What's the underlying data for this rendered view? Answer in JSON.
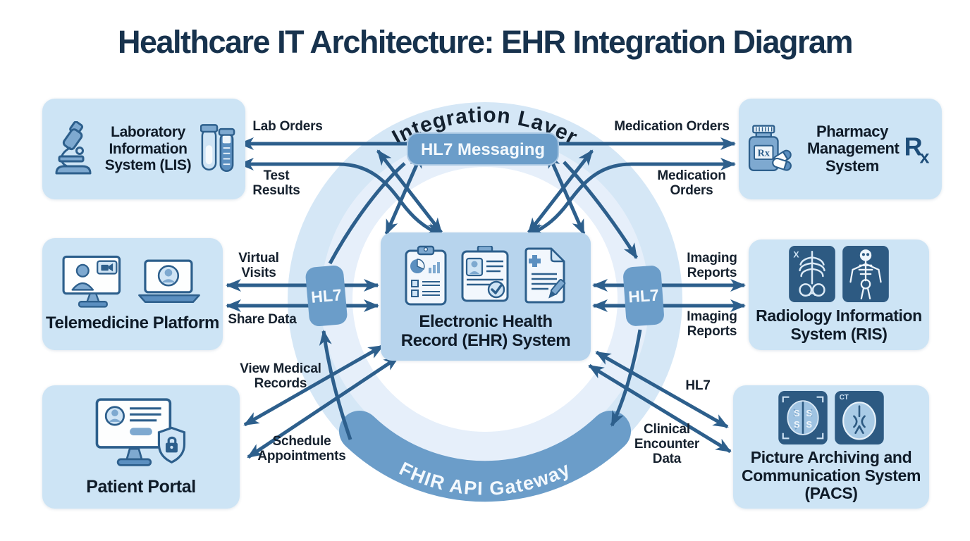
{
  "title": "Healthcare IT Architecture: EHR Integration Diagram",
  "integration": {
    "layer_label": "Integration Layer",
    "hl7_messaging": "HL7 Messaging",
    "fhir_gateway": "FHIR API Gateway",
    "hl7_left": "HL7",
    "hl7_right": "HL7"
  },
  "center": {
    "name": "Electronic Health Record (EHR) System",
    "icons": [
      "chart-clipboard",
      "patient-record-card",
      "medical-document-pencil"
    ]
  },
  "systems": {
    "lis": {
      "name": "Laboratory Information System (LIS)",
      "icons": [
        "microscope",
        "test-tubes"
      ]
    },
    "telemedicine": {
      "name": "Telemedicine Platform",
      "icons": [
        "video-consult-monitor",
        "laptop-avatar"
      ]
    },
    "patient_portal": {
      "name": "Patient Portal",
      "icons": [
        "portal-monitor-shield-lock"
      ]
    },
    "pharmacy": {
      "name": "Pharmacy Management System",
      "rx_symbol": "Rx",
      "bottle_label": "Rx",
      "icons": [
        "pill-bottle-capsules",
        "rx-symbol"
      ]
    },
    "ris": {
      "name": "Radiology Information System (RIS)",
      "tile_label": "X",
      "icons": [
        "xray-ribcage",
        "xray-skeleton"
      ]
    },
    "pacs": {
      "name": "Picture Archiving and Communication System (PACS)",
      "tile_label": "CT",
      "icons": [
        "brain-scan",
        "ct-brain-slice"
      ]
    }
  },
  "flows": {
    "lab_orders": "Lab Orders",
    "test_results": "Test Results",
    "medication_orders_top": "Medication Orders",
    "medication_orders_bottom": "Medication Orders",
    "virtual_visits": "Virtual Visits",
    "share_data": "Share Data",
    "imaging_reports_top": "Imaging Reports",
    "imaging_reports_bottom": "Imaging Reports",
    "view_medical_records": "View Medical Records",
    "schedule_appointments": "Schedule Appointments",
    "hl7_label": "HL7",
    "clinical_encounter_data": "Clinical Encounter Data"
  },
  "colors": {
    "title_text": "#17324d",
    "side_box_fill": "#cde4f5",
    "center_box_fill": "#b7d4ed",
    "pill_fill": "#6b9dc9",
    "arrow": "#2d5f8c",
    "ring_outer": "#d5e7f6",
    "ring_inner": "#e6effa",
    "dark_tile": "#2d5a82"
  }
}
